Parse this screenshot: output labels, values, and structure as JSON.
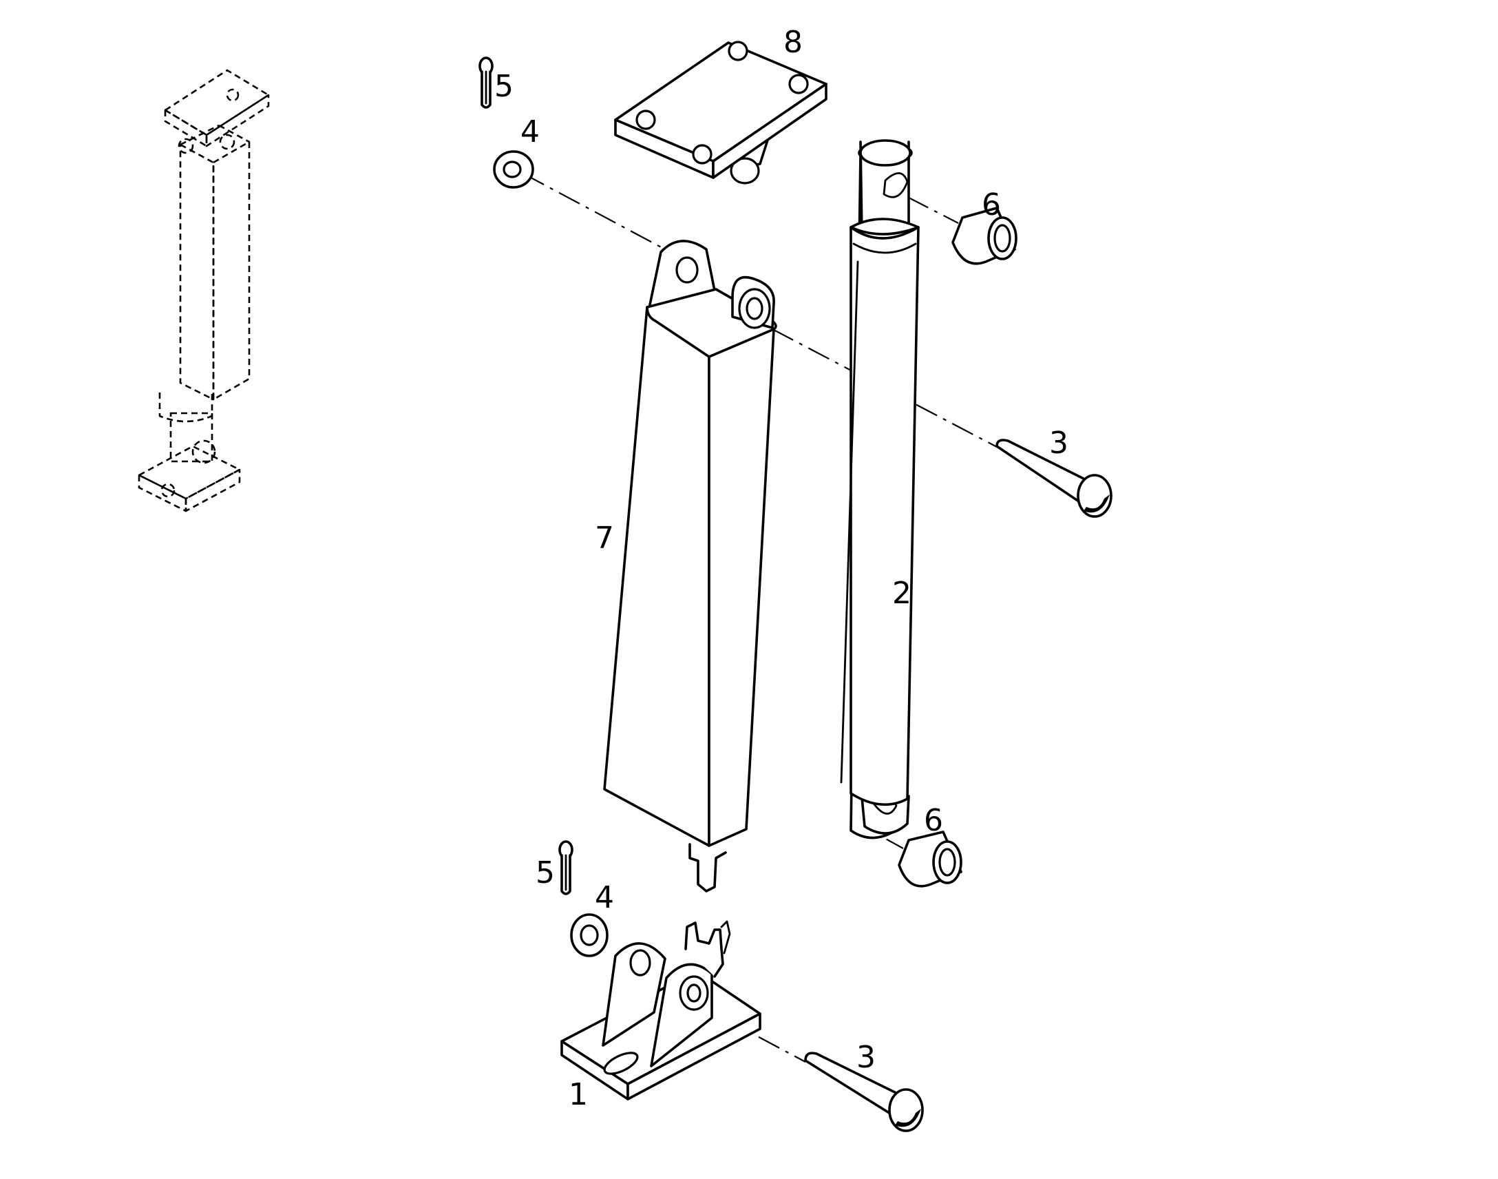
{
  "diagram": {
    "callouts": {
      "base_bracket": "1",
      "cylinder": "2",
      "pin_upper": "3",
      "pin_lower": "3",
      "washer_upper": "4",
      "washer_lower": "4",
      "cotter_upper": "5",
      "cotter_lower": "5",
      "bushing_upper": "6",
      "bushing_lower": "6",
      "channel_housing": "7",
      "top_plate": "8"
    }
  }
}
